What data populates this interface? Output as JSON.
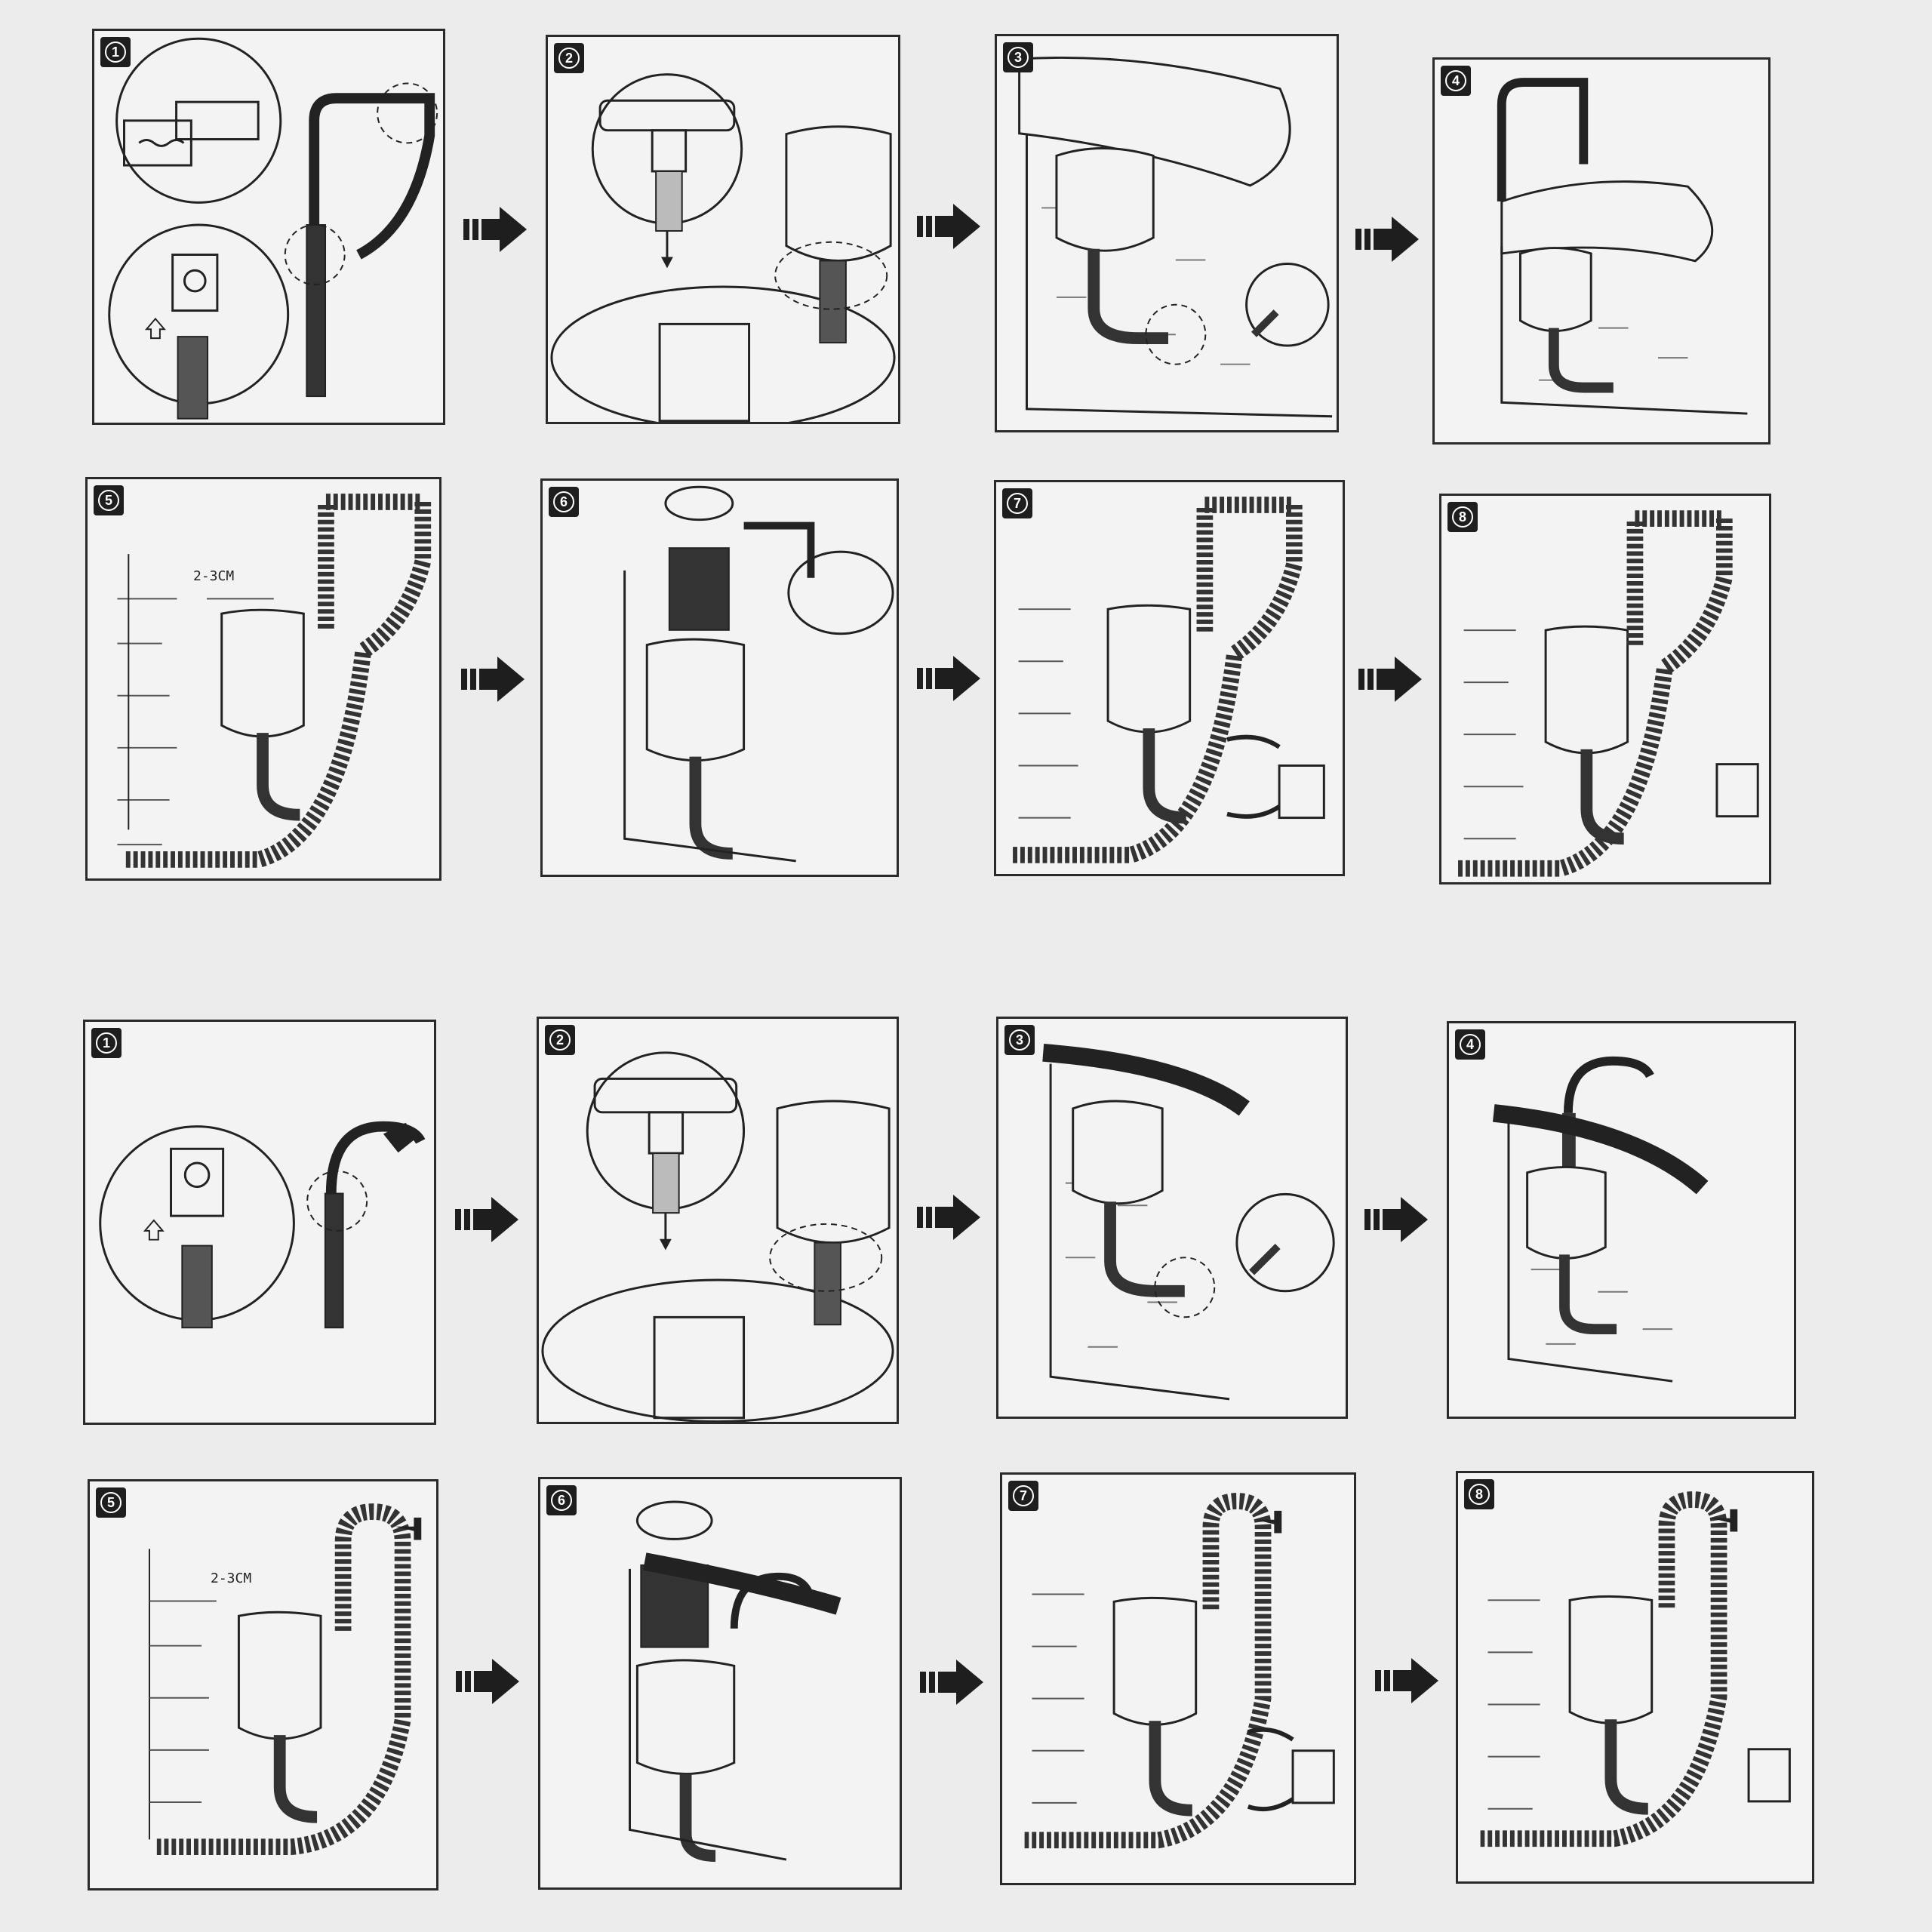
{
  "sheet": {
    "top": {
      "steps": [
        {
          "number": "1"
        },
        {
          "number": "2"
        },
        {
          "number": "3"
        },
        {
          "number": "4"
        },
        {
          "number": "5",
          "measure_label": "2-3CM"
        },
        {
          "number": "6"
        },
        {
          "number": "7"
        },
        {
          "number": "8"
        }
      ]
    },
    "bottom": {
      "steps": [
        {
          "number": "1"
        },
        {
          "number": "2"
        },
        {
          "number": "3"
        },
        {
          "number": "4"
        },
        {
          "number": "5",
          "measure_label": "2-3CM"
        },
        {
          "number": "6"
        },
        {
          "number": "7"
        },
        {
          "number": "8"
        }
      ]
    },
    "ink_color": "#1e1e1e",
    "paper_color": "#ececec",
    "icons": {
      "arrow": "next-step-arrow-icon",
      "skimmer": "skimmer-canister-icon",
      "hose": "corrugated-hose-icon",
      "bracket": "mounting-bracket-icon",
      "pump": "filter-pump-icon"
    }
  }
}
